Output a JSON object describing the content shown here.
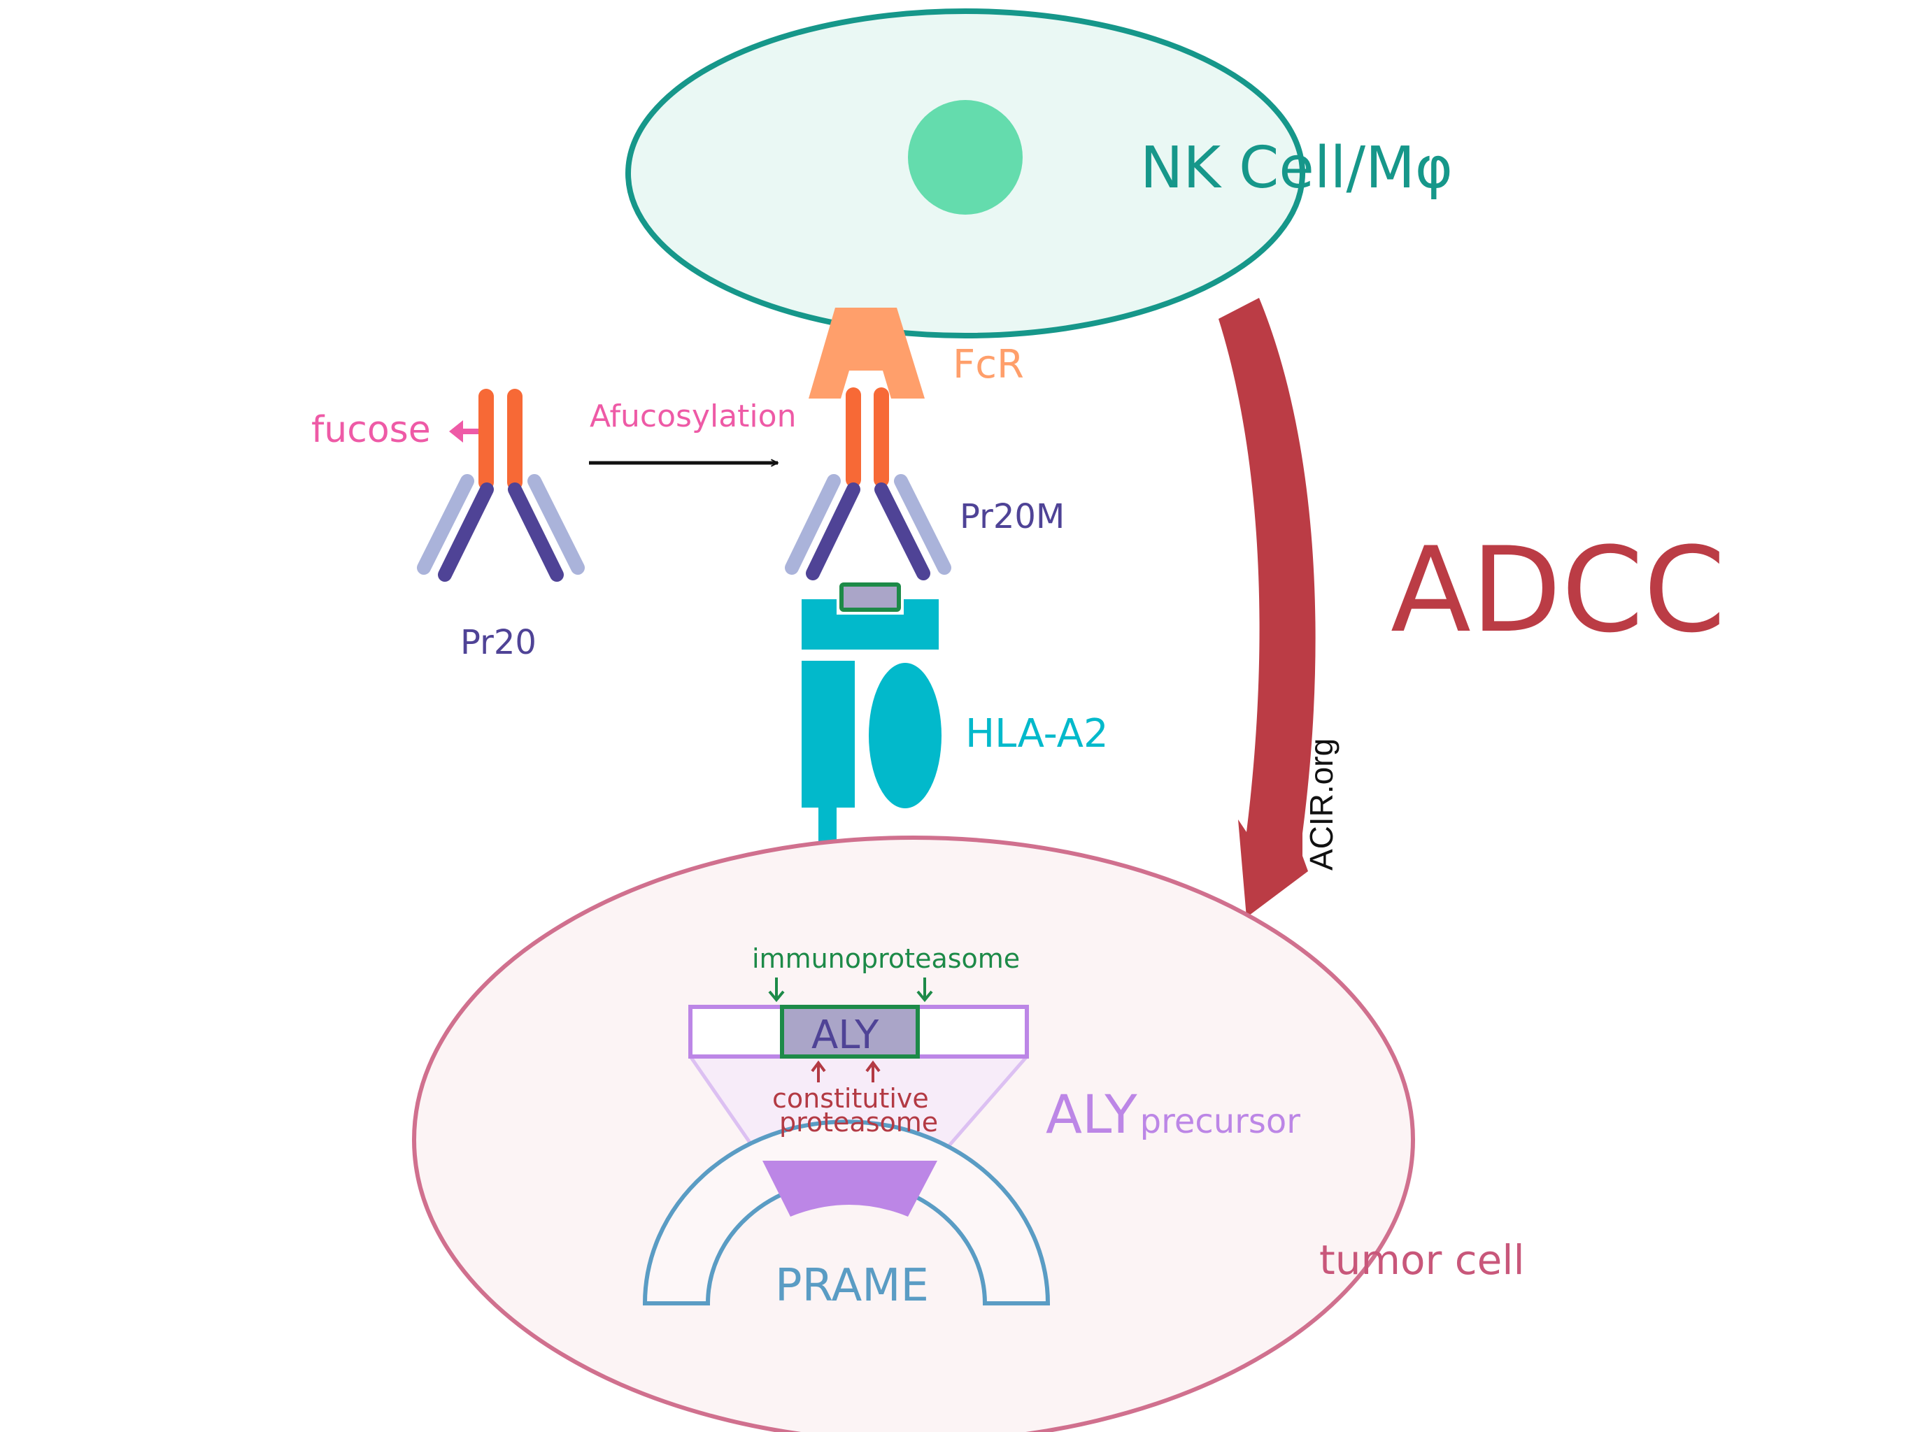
{
  "labels": {
    "nk_cell": "NK Cell/Mφ",
    "fcr": "FcR",
    "fucose": "fucose",
    "afucosylation": "Afucosylation",
    "pr20": "Pr20",
    "pr20m": "Pr20M",
    "hla_a2": "HLA-A2",
    "adcc": "ADCC",
    "watermark": "ACIR.org",
    "immunoproteasome": "immunoproteasome",
    "aly": "ALY",
    "constitutive_line1": "constitutive",
    "constitutive_line2": "proteasome",
    "aly_precursor_main": "ALY",
    "aly_precursor_sub": "precursor",
    "prame": "PRAME",
    "tumor_cell": "tumor cell"
  },
  "colors": {
    "nk_outline": "#16978a",
    "nk_fill": "#eaf8f4",
    "nk_nucleus": "#64dcad",
    "nk_text": "#16978a",
    "fcr": "#ff9f6b",
    "antibody_fc": "#f76936",
    "antibody_heavy": "#4f4396",
    "antibody_light": "#aab3da",
    "fucose": "#ee5aa6",
    "hla": "#02b9cb",
    "peptide_border": "#1d8a48",
    "peptide_fill": "#aaa5c8",
    "adcc": "#bb3c45",
    "tumor_outline": "#d0708e",
    "tumor_fill": "#fcf4f5",
    "tumor_text": "#c8577a",
    "precursor": "#bc86e6",
    "prame": "#5a9cc4",
    "immuno_text": "#1d8a48",
    "constitutive_text": "#b33a44",
    "aly_text": "#4f4396"
  }
}
